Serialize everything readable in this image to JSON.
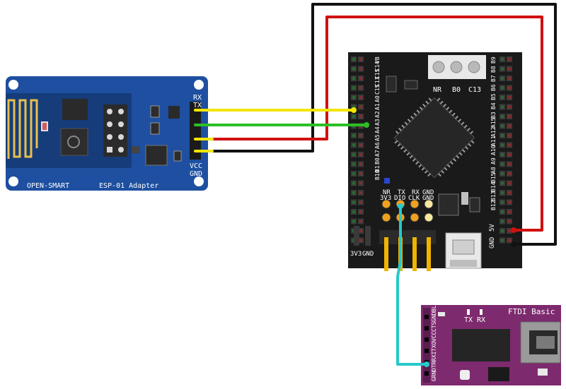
{
  "esp_adapter": {
    "brand": "OPEN-SMART",
    "name": "ESP-01 Adapter",
    "pin_rx": "RX",
    "pin_tx": "TX",
    "pin_vcc": "VCC",
    "pin_gnd": "GND"
  },
  "stm32_board": {
    "button_labels": [
      "NR",
      "B0",
      "C13"
    ],
    "left_pin_labels": [
      "VB",
      "C14",
      "C15",
      "C13",
      "C15",
      "A0",
      "A1",
      "A2",
      "A3",
      "A4",
      "A5",
      "A6",
      "A7",
      "B0",
      "B1",
      "B10"
    ],
    "right_pin_labels": [
      "B9",
      "B8",
      "B7",
      "B6",
      "B5",
      "B4",
      "B3",
      "A15",
      "A12",
      "A11",
      "A10",
      "A9",
      "A8",
      "B15",
      "B14",
      "B13",
      "B12"
    ],
    "bottom_power_labels": [
      "3V3",
      "GND"
    ],
    "header_top_labels": [
      "NR",
      "TX",
      "RX",
      "GND"
    ],
    "header_bottom_labels": [
      "3V3",
      "DIO",
      "CLK",
      "GND"
    ],
    "power_labels": [
      "GND",
      "5V"
    ]
  },
  "ftdi": {
    "title": "FTDI Basic",
    "tx_label": "TX",
    "rx_label": "RX",
    "pin_labels": [
      "GRN",
      "DTR",
      "RXI",
      "TXO",
      "VCC",
      "CTS",
      "GND",
      "BLK"
    ]
  },
  "colors": {
    "esp_board": "#1e4fa0",
    "stm32_board": "#1a1a1a",
    "ftdi_board": "#7d2a6e",
    "wire_yellow": "#f2e600",
    "wire_green": "#2bbf25",
    "wire_red": "#d01010",
    "wire_black": "#111111",
    "wire_cyan": "#27c9c9",
    "header_gold": "#f0b400"
  }
}
